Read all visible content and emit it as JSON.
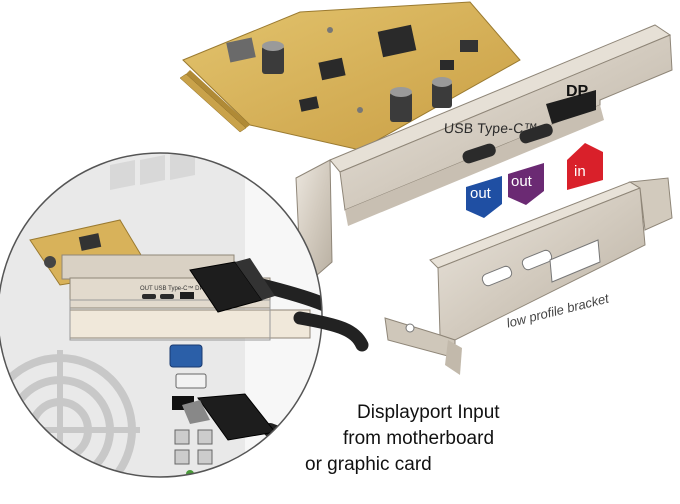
{
  "labels": {
    "usb_type_c": "USB Type-C™",
    "dp": "DP",
    "low_profile": "low profile bracket",
    "badge_out_1": "out",
    "badge_out_2": "out",
    "badge_in": "in"
  },
  "caption": {
    "line1": "Displayport Input",
    "line2": "from motherboard",
    "line3": "or graphic card"
  },
  "colors": {
    "badge_blue": "#1f4fa3",
    "badge_purple": "#6b2a73",
    "badge_red": "#d9202a",
    "pcb": "#d9b25a",
    "bracket": "#d7cfc3"
  }
}
